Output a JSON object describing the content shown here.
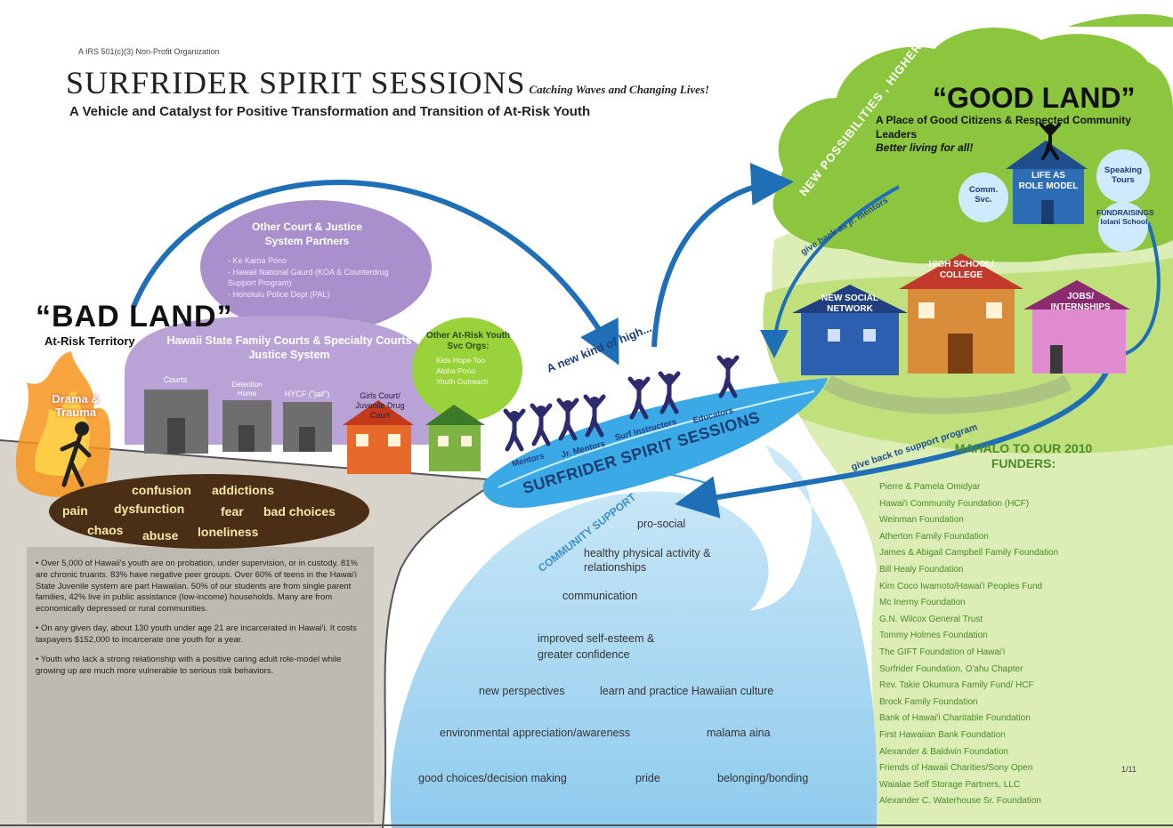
{
  "header": {
    "org_tag": "A IRS 501(c)(3) Non-Profit Organization",
    "title": "SURFRIDER SPIRIT SESSIONS",
    "tagline": "Catching Waves and Changing Lives!",
    "subtitle": "A Vehicle and Catalyst for Positive Transformation and Transition of At-Risk Youth"
  },
  "bad_land": {
    "title": "“BAD LAND”",
    "subtitle": "At-Risk Territory",
    "drama": "Drama & Trauma",
    "words": [
      "confusion",
      "addictions",
      "pain",
      "dysfunction",
      "fear",
      "bad choices",
      "chaos",
      "abuse",
      "loneliness"
    ]
  },
  "court_partners": {
    "title": "Other Court & Justice System Partners",
    "items": [
      "- Ke Kama Pono",
      "- Hawaii National Gaurd (KOA & Counterdrug Support Program)",
      "- Honolulu Police Dept (PAL)"
    ]
  },
  "family_courts": {
    "title": "Hawaii State Family Courts & Specialty Courts Justice System",
    "buildings": [
      "Courts",
      "Detention Home",
      "HYCF (\"jail\")"
    ],
    "girls_court": "Girls Court/ Juvenile Drug Court"
  },
  "youth_orgs": {
    "title": "Other At-Risk Youth Svc Orgs:",
    "items": [
      "Kids Hope Too",
      "Aloha Pono",
      "Youth Outreach"
    ]
  },
  "sessions": {
    "new_high": "A new kind of high...",
    "roles": [
      "Mentors",
      "Jr. Mentors",
      "Surf Instructors",
      "Educators"
    ],
    "banner": "SURFRIDER SPIRIT SESSIONS",
    "community": "COMMUNITY SUPPORT"
  },
  "good_land": {
    "title": "“GOOD LAND”",
    "arc": "NEW POSSIBILITIES , HIGHER ASPIRATIONS",
    "desc": "A Place of Good Citizens & Respected Community Leaders",
    "better": "Better living for all!",
    "give_back_mentors": "give back as jr. mentors",
    "give_back_program": "give back to support program",
    "circles": [
      "Comm. Svc.",
      "Speaking Tours",
      "FUNDRAISINGS Iolani School"
    ],
    "houses": [
      "LIFE AS ROLE MODEL",
      "HIGH SCHOOL/ COLLEGE",
      "NEW SOCIAL NETWORK",
      "JOBS/ INTERNSHIPS"
    ]
  },
  "benefits": [
    "pro-social",
    "healthy physical activity & relationships",
    "communication",
    "improved self-esteem & greater confidence",
    "new perspectives",
    "learn and practice Hawaiian culture",
    "environmental appreciation/awareness",
    "malama aina",
    "good choices/decision making",
    "pride",
    "belonging/bonding"
  ],
  "stats": [
    "• Over 5,000 of Hawaii's youth are on probation, under supervision, or in custody. 81% are chronic truants. 83% have negative peer groups. Over 60% of teens in the Hawai'i State Juvenile system are part Hawaiian. 50% of our students are from single parent families, 42% live in public assistance (low-income) households. Many are from economically depressed or rural communities.",
    "• On any given day, about 130 youth under age 21 are incarcerated in Hawai'i. It costs taxpayers $152,000 to incarcerate one youth for a year.",
    "• Youth who lack a strong relationship with a positive caring adult role-model while growing up are much more vulnerable to serious risk behaviors."
  ],
  "funders": {
    "title": "MAHALO TO OUR 2010 FUNDERS:",
    "items": [
      "Pierre & Pamela Omidyar",
      "Hawai'i Community Foundation (HCF)",
      "Weinman Foundation",
      "Atherton Family Foundation",
      "James & Abigail Campbell Family Foundation",
      "Bill Healy Foundation",
      "Kim Coco Iwamoto/Hawai'i Peoples Fund",
      "Mc Inerny Foundation",
      "G.N. Wilcox General Trust",
      "Tommy Holmes Foundation",
      "The GIFT Foundation of Hawai'i",
      "Surfrider Foundation, O'ahu Chapter",
      "Rev. Takie Okumura Family Fund/ HCF",
      "Brock Family Foundation",
      "Bank of Hawai'i Charitable Foundation",
      "First Hawaiian Bank Foundation",
      "Alexander & Baldwin Foundation",
      "Friends of Hawaii Charities/Sony Open",
      "Waialae Self Storage Partners, LLC",
      "Alexander C. Waterhouse Sr. Foundation"
    ]
  },
  "page_number": "1/11",
  "colors": {
    "purple": "#a98fcb",
    "green": "#8cc63f",
    "blue": "#1f6fb6",
    "light_blue": "#9ed3f0",
    "brown": "#4a2e16"
  }
}
